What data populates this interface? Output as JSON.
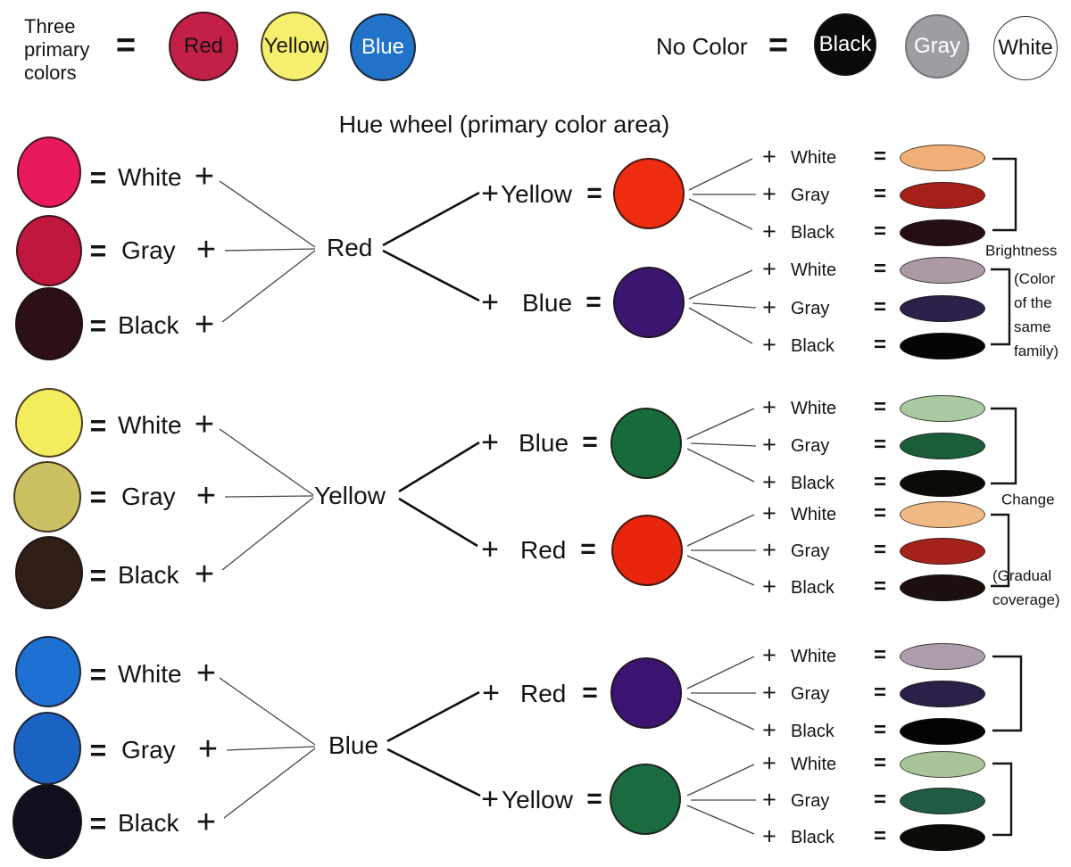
{
  "title": "Hue wheel (primary color area)",
  "legend": {
    "primary": {
      "label": "Three primary colors",
      "equals": "=",
      "items": [
        {
          "label": "Red",
          "fill": "#c22047",
          "text_color": "#181014"
        },
        {
          "label": "Yellow",
          "fill": "#f5ef6d",
          "text_color": "#1a1a10"
        },
        {
          "label": "Blue",
          "fill": "#2173c9",
          "text_color": "#ffffff"
        }
      ]
    },
    "no_color": {
      "label": "No Color",
      "equals": "=",
      "items": [
        {
          "label": "Black",
          "fill": "#0a0a0a",
          "text_color": "#ffffff"
        },
        {
          "label": "Gray",
          "fill": "#9e9da2",
          "text_color": "#ffffff"
        },
        {
          "label": "White",
          "fill": "#fefefe",
          "text_color": "#161616"
        }
      ]
    }
  },
  "sections": {
    "red": {
      "node_label": "Red",
      "tint_rows": [
        {
          "equals": "=",
          "label": "White",
          "plus": "+",
          "fill": "#e81a5b"
        },
        {
          "equals": "=",
          "label": "Gray",
          "plus": "+",
          "fill": "#c0173f"
        },
        {
          "equals": "=",
          "label": "Black",
          "plus": "+",
          "fill": "#2c1013"
        }
      ],
      "branches": [
        {
          "plus": "+",
          "label": "Yellow",
          "equals": "=",
          "fill": "#ee2c10",
          "mix_rows": [
            {
              "plus": "+",
              "label": "White",
              "equals": "=",
              "fill": "#f1b077"
            },
            {
              "plus": "+",
              "label": "Gray",
              "equals": "=",
              "fill": "#a42018"
            },
            {
              "plus": "+",
              "label": "Black",
              "equals": "=",
              "fill": "#241013"
            }
          ]
        },
        {
          "plus": "+",
          "label": "Blue",
          "equals": "=",
          "fill": "#3b1671",
          "mix_rows": [
            {
              "plus": "+",
              "label": "White",
              "equals": "=",
              "fill": "#ab9aa6"
            },
            {
              "plus": "+",
              "label": "Gray",
              "equals": "=",
              "fill": "#2b2149"
            },
            {
              "plus": "+",
              "label": "Black",
              "equals": "=",
              "fill": "#070408"
            }
          ]
        }
      ],
      "annotation": {
        "heading": "Brightness",
        "lines": [
          "(Color",
          "of the",
          "same",
          "family)"
        ]
      }
    },
    "yellow": {
      "node_label": "Yellow",
      "tint_rows": [
        {
          "equals": "=",
          "label": "White",
          "plus": "+",
          "fill": "#f3ed5e"
        },
        {
          "equals": "=",
          "label": "Gray",
          "plus": "+",
          "fill": "#cbc163"
        },
        {
          "equals": "=",
          "label": "Black",
          "plus": "+",
          "fill": "#301f16"
        }
      ],
      "branches": [
        {
          "plus": "+",
          "label": "Blue",
          "equals": "=",
          "fill": "#176b3b",
          "mix_rows": [
            {
              "plus": "+",
              "label": "White",
              "equals": "=",
              "fill": "#a9c9a1"
            },
            {
              "plus": "+",
              "label": "Gray",
              "equals": "=",
              "fill": "#1b5d39"
            },
            {
              "plus": "+",
              "label": "Black",
              "equals": "=",
              "fill": "#0b0b07"
            }
          ]
        },
        {
          "plus": "+",
          "label": "Red",
          "equals": "=",
          "fill": "#e9250e",
          "mix_rows": [
            {
              "plus": "+",
              "label": "White",
              "equals": "=",
              "fill": "#f0ba84"
            },
            {
              "plus": "+",
              "label": "Gray",
              "equals": "=",
              "fill": "#a5221b"
            },
            {
              "plus": "+",
              "label": "Black",
              "equals": "=",
              "fill": "#1b100d"
            }
          ]
        }
      ],
      "annotation": {
        "heading": "Change",
        "lines": [
          "(Gradual",
          "coverage)"
        ]
      }
    },
    "blue": {
      "node_label": "Blue",
      "tint_rows": [
        {
          "equals": "=",
          "label": "White",
          "plus": "+",
          "fill": "#1f70d3"
        },
        {
          "equals": "=",
          "label": "Gray",
          "plus": "+",
          "fill": "#1a63c2"
        },
        {
          "equals": "=",
          "label": "Black",
          "plus": "+",
          "fill": "#110f1f"
        }
      ],
      "branches": [
        {
          "plus": "+",
          "label": "Red",
          "equals": "=",
          "fill": "#3b1472",
          "mix_rows": [
            {
              "plus": "+",
              "label": "White",
              "equals": "=",
              "fill": "#ad9cac"
            },
            {
              "plus": "+",
              "label": "Gray",
              "equals": "=",
              "fill": "#2a2048"
            },
            {
              "plus": "+",
              "label": "Black",
              "equals": "=",
              "fill": "#050405"
            }
          ]
        },
        {
          "plus": "+",
          "label": "Yellow",
          "equals": "=",
          "fill": "#1b6b41",
          "mix_rows": [
            {
              "plus": "+",
              "label": "White",
              "equals": "=",
              "fill": "#aac499"
            },
            {
              "plus": "+",
              "label": "Gray",
              "equals": "=",
              "fill": "#1f5c41"
            },
            {
              "plus": "+",
              "label": "Black",
              "equals": "=",
              "fill": "#0b0b07"
            }
          ]
        }
      ]
    }
  }
}
